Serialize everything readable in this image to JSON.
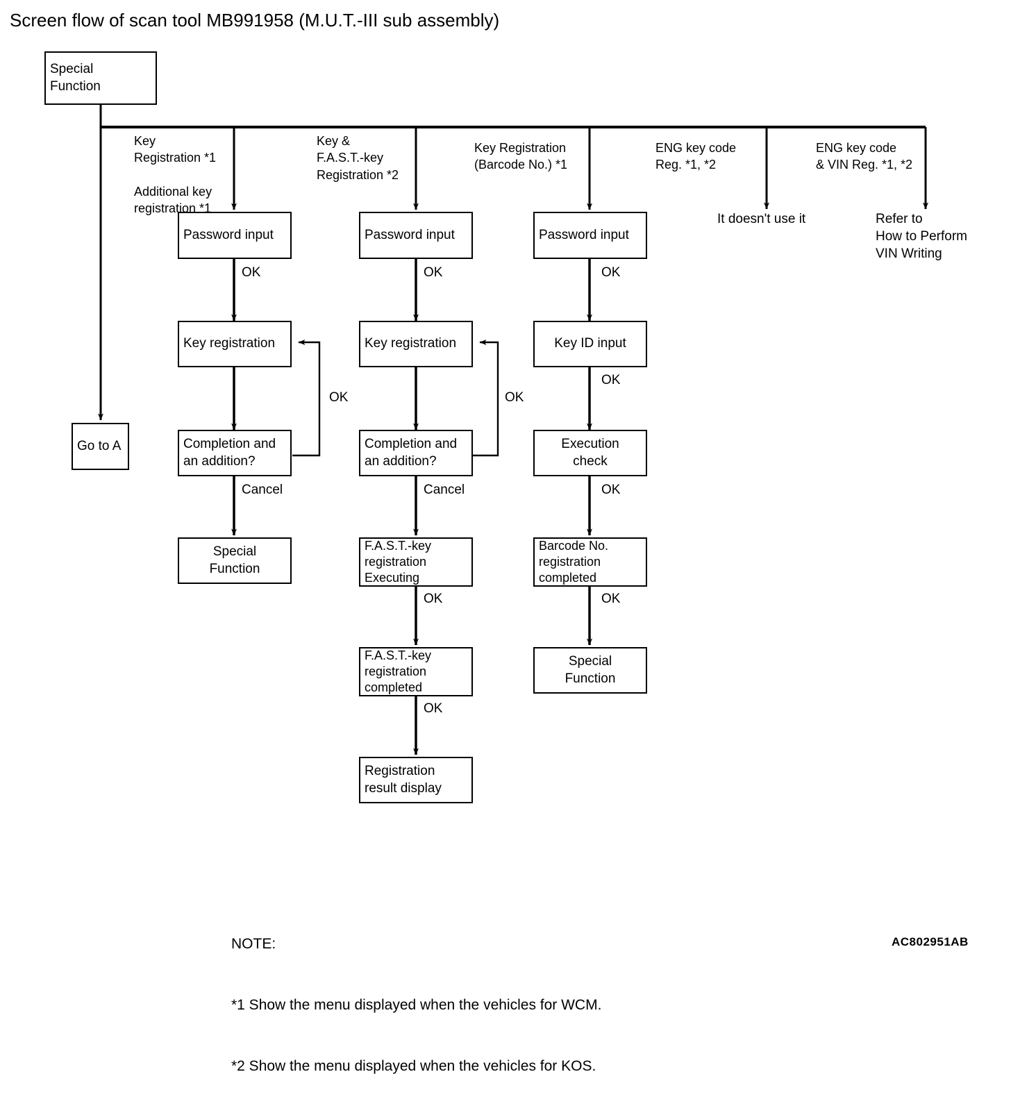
{
  "page": {
    "title": "Screen flow of scan tool MB991958 (M.U.T.-III sub assembly)",
    "drawing_code": "AC802951AB",
    "background": "#ffffff",
    "line_color": "#000000"
  },
  "root": {
    "label": "Special\nFunction"
  },
  "branches": [
    {
      "id": "key-registration",
      "label": "Key\nRegistration *1\n\nAdditional key\nregistration *1"
    },
    {
      "id": "key-and-fast-key",
      "label": "Key &\nF.A.S.T.-key\nRegistration *2"
    },
    {
      "id": "key-registration-barcode",
      "label": "Key Registration\n(Barcode No.) *1"
    },
    {
      "id": "eng-key-code-reg",
      "label": "ENG key code\nReg. *1, *2"
    },
    {
      "id": "eng-key-code-vin-reg",
      "label": "ENG key code\n& VIN Reg. *1, *2"
    }
  ],
  "go_to_a": {
    "label": "Go to A"
  },
  "columns": [
    {
      "id": "col-key-registration",
      "nodes": [
        {
          "id": "password-input-1",
          "label": "Password input"
        },
        {
          "id": "key-registration-1",
          "label": "Key registration"
        },
        {
          "id": "completion-addition-1",
          "label": "Completion and\nan addition?"
        },
        {
          "id": "special-function-1",
          "label": "Special\nFunction"
        }
      ],
      "edges": [
        {
          "from": "password-input-1",
          "to": "key-registration-1",
          "label": "OK"
        },
        {
          "from": "key-registration-1",
          "to": "completion-addition-1",
          "label": ""
        },
        {
          "from": "completion-addition-1",
          "to": "key-registration-1",
          "label": "OK"
        },
        {
          "from": "completion-addition-1",
          "to": "special-function-1",
          "label": "Cancel"
        }
      ]
    },
    {
      "id": "col-key-and-fast-key",
      "nodes": [
        {
          "id": "password-input-2",
          "label": "Password input"
        },
        {
          "id": "key-registration-2",
          "label": "Key registration"
        },
        {
          "id": "completion-addition-2",
          "label": "Completion and\nan addition?"
        },
        {
          "id": "fast-key-executing",
          "label": "F.A.S.T.-key\nregistration\nExecuting"
        },
        {
          "id": "fast-key-completed",
          "label": "F.A.S.T.-key\nregistration\ncompleted"
        },
        {
          "id": "registration-result",
          "label": "Registration\nresult display"
        }
      ],
      "edges": [
        {
          "from": "password-input-2",
          "to": "key-registration-2",
          "label": "OK"
        },
        {
          "from": "key-registration-2",
          "to": "completion-addition-2",
          "label": ""
        },
        {
          "from": "completion-addition-2",
          "to": "key-registration-2",
          "label": "OK"
        },
        {
          "from": "completion-addition-2",
          "to": "fast-key-executing",
          "label": "Cancel"
        },
        {
          "from": "fast-key-executing",
          "to": "fast-key-completed",
          "label": "OK"
        },
        {
          "from": "fast-key-completed",
          "to": "registration-result",
          "label": "OK"
        }
      ]
    },
    {
      "id": "col-barcode",
      "nodes": [
        {
          "id": "password-input-3",
          "label": "Password input"
        },
        {
          "id": "key-id-input",
          "label": "Key ID input"
        },
        {
          "id": "execution-check",
          "label": "Execution\ncheck"
        },
        {
          "id": "barcode-completed",
          "label": "Barcode No.\nregistration\ncompleted"
        },
        {
          "id": "special-function-3",
          "label": "Special\nFunction"
        }
      ],
      "edges": [
        {
          "from": "password-input-3",
          "to": "key-id-input",
          "label": "OK"
        },
        {
          "from": "key-id-input",
          "to": "execution-check",
          "label": "OK"
        },
        {
          "from": "execution-check",
          "to": "barcode-completed",
          "label": "OK"
        },
        {
          "from": "barcode-completed",
          "to": "special-function-3",
          "label": "OK"
        }
      ]
    }
  ],
  "terminals": [
    {
      "id": "no-use",
      "label": "It doesn't use it"
    },
    {
      "id": "refer-vin",
      "label": "Refer to\nHow to Perform\nVIN Writing"
    }
  ],
  "note": {
    "heading": "NOTE:",
    "lines": [
      "*1 Show the menu displayed when the vehicles for WCM.",
      "*2 Show the menu displayed when the vehicles for KOS."
    ]
  }
}
